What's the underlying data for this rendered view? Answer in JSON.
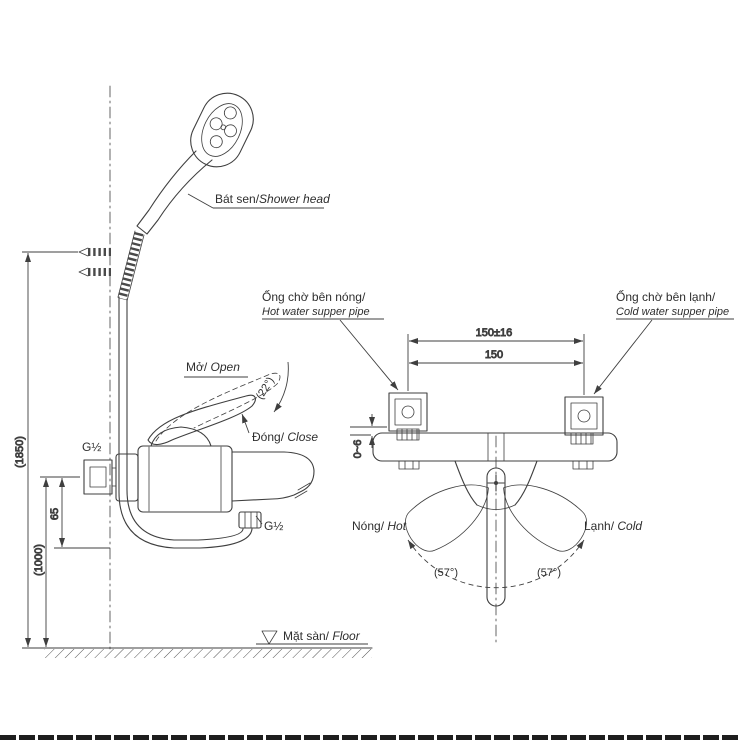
{
  "colors": {
    "line": "#3f3f3f",
    "text": "#2e2e2e",
    "background": "#ffffff"
  },
  "side_view": {
    "shower_head_label": {
      "vi": "Bát sen/",
      "en": "Shower head"
    },
    "open_label": {
      "vi": "Mở/",
      "en": " Open"
    },
    "open_angle": "(22°)",
    "close_label": {
      "vi": "Đóng/",
      "en": " Close"
    },
    "wall_thread": "G½",
    "outlet_thread": "G½",
    "dim_total_height": "(1850)",
    "dim_spout_height": "(1000)",
    "dim_offset": "65",
    "floor_label": {
      "vi": "Mặt sàn/",
      "en": " Floor"
    }
  },
  "front_view": {
    "hot_pipe_label": {
      "vi": "Ống chờ bên nóng/",
      "en": "Hot water supper pipe"
    },
    "cold_pipe_label": {
      "vi": "Ống chờ bên lạnh/",
      "en": "Cold water supper pipe"
    },
    "dim_center_tolerance": "150±16",
    "dim_center": "150",
    "dim_wall_gap": "0~6",
    "hot_label": {
      "vi": "Nóng/",
      "en": " Hot"
    },
    "cold_label": {
      "vi": "Lạnh/",
      "en": " Cold"
    },
    "angle_left": "(57°)",
    "angle_right": "(57°)"
  }
}
